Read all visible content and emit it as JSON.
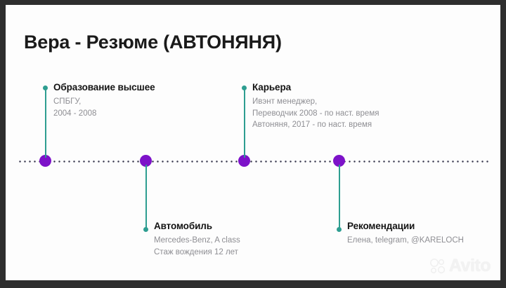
{
  "slide": {
    "title": "Вера - Резюме (АВТОНЯНЯ)",
    "watermark": "Avito"
  },
  "colors": {
    "hub": "#7d12c9",
    "stem": "#2e9e91",
    "axis": "#3a3a4f",
    "title_text": "#1a1a1a",
    "body_text": "#8e8e93",
    "frame": "#2e2e2e",
    "canvas": "#fdfdfd"
  },
  "timeline": {
    "items": [
      {
        "id": "education",
        "heading": "Образование высшее",
        "lines": [
          "СПБГУ,",
          "2004 - 2008"
        ],
        "side": "above"
      },
      {
        "id": "car",
        "heading": "Автомобиль",
        "lines": [
          "Mercedes-Benz,  A class",
          "Стаж вождения 12 лет"
        ],
        "side": "below"
      },
      {
        "id": "career",
        "heading": "Карьера",
        "lines": [
          "Ивэнт менеджер,",
          "Переводчик 2008 - по наст. время",
          "Автоняня, 2017 - по наст. время"
        ],
        "side": "above"
      },
      {
        "id": "references",
        "heading": "Рекомендации",
        "lines": [
          "Елена, telegram, @KARELOCH"
        ],
        "side": "below"
      }
    ]
  }
}
